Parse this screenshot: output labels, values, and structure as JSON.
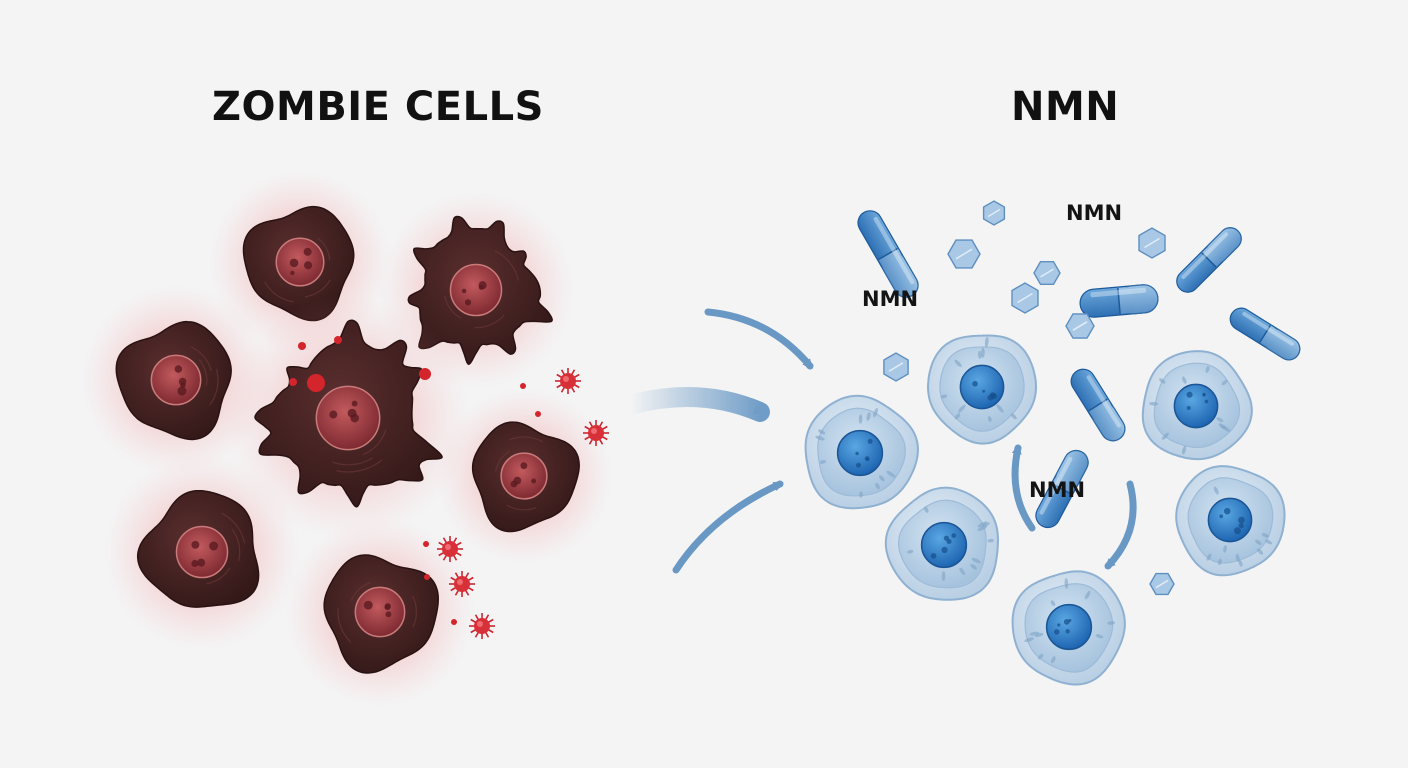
{
  "titles": {
    "left": "ZOMBIE CELLS",
    "right": "NMN"
  },
  "labels": [
    "NMN",
    "NMN",
    "NMN"
  ],
  "colors": {
    "background": "#f4f4f5",
    "zombie_cell_body": "#3f2121",
    "zombie_nucleus": "#9e3a40",
    "zombie_glow": "#ee5a5a",
    "inflammatory_particle": "#d4242c",
    "healthy_cell_membrane": "#c9dcec",
    "healthy_nucleus": "#3d8ed1",
    "nmn_capsule": "#3b7fc4",
    "nmn_crystal": "#9cc0e0",
    "arrow": "#5a8fc0"
  },
  "icons": {
    "zombie_cell": "senescent-cell-icon",
    "inflammatory_particle": "virus-particle-icon",
    "healthy_cell": "healthy-cell-icon",
    "nmn_capsule": "capsule-icon",
    "nmn_crystal": "hexagon-crystal-icon",
    "arrow": "curved-arrow-icon"
  }
}
